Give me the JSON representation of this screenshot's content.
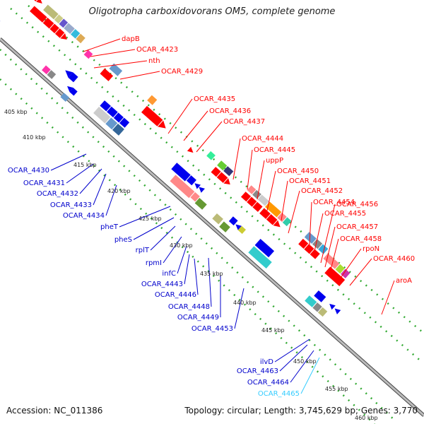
{
  "title": "Oligotropha carboxidovorans OM5, complete genome",
  "footer": {
    "accession": "Accession: NC_011386",
    "summary": "Topology: circular; Length: 3,745,629 bp; Genes: 3,770"
  },
  "tick_labels": [
    "405 kbp",
    "410 kbp",
    "415 kbp",
    "420 kbp",
    "425 kbp",
    "430 kbp",
    "435 kbp",
    "440 kbp",
    "445 kbp",
    "450 kbp",
    "455 kbp",
    "460 kbp"
  ],
  "labels_top": [
    "dapB",
    "OCAR_4423",
    "nth",
    "OCAR_4429",
    "OCAR_4435",
    "OCAR_4436",
    "OCAR_4437",
    "OCAR_4444",
    "OCAR_4445",
    "uppP",
    "OCAR_4450",
    "OCAR_4451",
    "OCAR_4452",
    "OCAR_4454",
    "OCAR_4455",
    "OCAR_4456",
    "OCAR_4457",
    "OCAR_4458",
    "rpoN",
    "OCAR_4460",
    "aroA"
  ],
  "labels_bottom": [
    "OCAR_4430",
    "OCAR_4431",
    "OCAR_4432",
    "OCAR_4433",
    "OCAR_4434",
    "pheT",
    "pheS",
    "rplT",
    "rpmI",
    "infC",
    "OCAR_4443",
    "OCAR_4446",
    "OCAR_4448",
    "OCAR_4449",
    "OCAR_4453",
    "ilvD",
    "OCAR_4463",
    "OCAR_4464",
    "OCAR_4465"
  ],
  "colors": {
    "forward_label": "#ff0000",
    "reverse_label": "#0000cc",
    "rna_label": "#33ccff",
    "backbone": "#888888",
    "dotted_track": "#33aa33"
  }
}
